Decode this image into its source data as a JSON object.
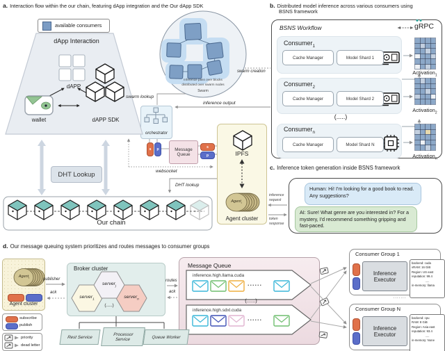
{
  "figure": {
    "a": {
      "label": "a.",
      "caption": "Interaction flow within the our chain, featuring dApp integration and the Our dApp SDK",
      "legend_available_consumers": "available consumers",
      "dapp_interaction_title": "dApp Interaction",
      "dapp_label": "dAPP",
      "wallet_label": "wallet",
      "sdk_label": "dAPP SDK",
      "dht_lookup_box": "DHT Lookup",
      "chain_label": "Our chain",
      "swarm_note_line1": "Inference pass over blocks",
      "swarm_note_line2": "distributed over swarm nodes",
      "swarm_label": "Swarm",
      "swarm_lookup": "swarm lookup",
      "swarm_creation": "swarm creation",
      "orchestrator": "orchestrator",
      "message_queue": "Message Queue",
      "inference_output": "inference output",
      "websocket": "websocket",
      "dht_lookup_arrow": "DHT lookup",
      "ipfs": "IPFS",
      "agent_name": "Agent",
      "agent_sub": "i",
      "agent_cluster": "Agent cluster",
      "sub_badge": "s",
      "pub_badge": "p"
    },
    "b": {
      "label": "b.",
      "caption_line1": "Distributed model inference across various consumers using",
      "caption_line2": "BSNS framework",
      "workflow_title": "BSNS Workflow",
      "grpc": "gRPC",
      "dots": "(.....)",
      "consumers": [
        {
          "name": "Consumer",
          "sub": "1",
          "cache": "Cache Manager",
          "shard": "Model Shard 1",
          "activation": "Activation",
          "activation_sub": "1"
        },
        {
          "name": "Consumer",
          "sub": "2",
          "cache": "Cache Manager",
          "shard": "Model Shard 2",
          "activation": "Activation",
          "activation_sub": "2"
        },
        {
          "name": "Consumer",
          "sub": "n",
          "cache": "Cache Manager",
          "shard": "Model Shard N",
          "activation": "Activation",
          "activation_sub": "n"
        }
      ]
    },
    "c": {
      "label": "c.",
      "caption": "Inference token generation inside BSNS framework",
      "human_message": "Human: Hi! I'm looking for a good book to read. Any suggestions?",
      "ai_message": "AI: Sure! What genre are you interested in? For a mystery, I'd recommend something gripping and fast-paced.",
      "inference_request_line1": "inference",
      "inference_request_line2": "request",
      "token_response_line1": "token",
      "token_response_line2": "response"
    },
    "d": {
      "label": "d.",
      "caption": "Our message queuing system prioritizes and routes messages to consumer groups",
      "agent_name": "Agent",
      "agent_sub": "i",
      "agent_cluster": "Agent cluster",
      "publisher": "publisher",
      "ack_left": "ack",
      "routes": "routes",
      "ack_right": "ack",
      "broker_title": "Broker cluster",
      "servers": [
        {
          "name": "server",
          "sub": "1"
        },
        {
          "name": "server",
          "sub": "j"
        },
        {
          "name": "server",
          "sub": "n"
        }
      ],
      "broker_dots": "(.....)",
      "services": [
        "Rest Service",
        "Processor Service",
        "Queue Worker"
      ],
      "mq_title": "Message Queue",
      "queues": [
        {
          "topic": "inference.high.llama.cuda"
        },
        {
          "topic": "inference.high.sdxl.cuda"
        }
      ],
      "queue_dots": "(......)",
      "envelope_dots": "......",
      "legend": {
        "subscribe": "subscribe",
        "publish": "publish",
        "priority": "priority",
        "dead_letter": "dead letter"
      },
      "groups": [
        {
          "title": "Consumer Group 1",
          "executor": "Inference Executor",
          "info": [
            "backend: cuda",
            "vRAM: 16 GiB",
            "Region: US east",
            "reputation: 99.4",
            ".....",
            "in-memory: llama"
          ]
        },
        {
          "title": "Consumer Group N",
          "executor": "Inference Executor",
          "info": [
            "backend: cpu",
            "RAM: 8 GiB",
            "Region: Asia east",
            "reputation: 93.4",
            ".....",
            "in-memory: None"
          ]
        }
      ],
      "group_dots": "......."
    },
    "colors": {
      "teal_block_top": "#7fc4bd",
      "consumer_square": "#7b9cc4",
      "subscribe_orange": "#e0714a",
      "publish_blue": "#5b6ec9",
      "human_bubble": "#d9eaf7",
      "ai_bubble": "#d9ead3",
      "ipfs_panel": "#faf8e5",
      "message_queue_pink": "#f4e2e7",
      "broker_teal": "#e2eeec",
      "server_pink": "#f5cdc3",
      "grpc_teal": "#2aa79e"
    }
  }
}
